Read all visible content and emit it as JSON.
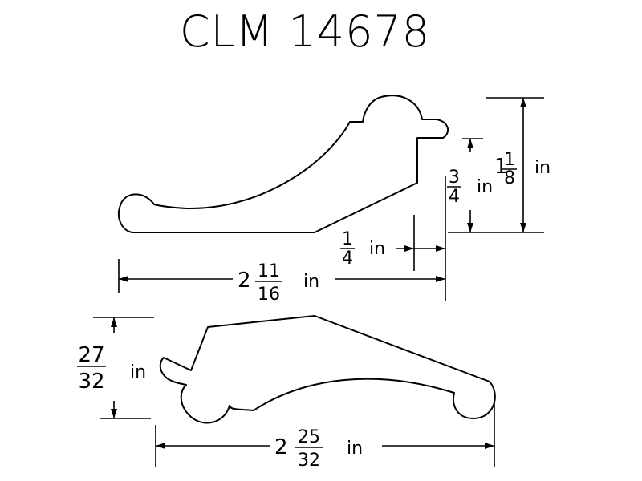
{
  "title": "CLM 14678",
  "top_profile": {
    "height": {
      "whole": "1",
      "num": "1",
      "den": "8",
      "unit": "in"
    },
    "step_height": {
      "num": "3",
      "den": "4",
      "unit": "in"
    },
    "offset": {
      "num": "1",
      "den": "4",
      "unit": "in"
    },
    "width": {
      "whole": "2",
      "num": "11",
      "den": "16",
      "unit": "in"
    }
  },
  "bottom_profile": {
    "height": {
      "num": "27",
      "den": "32",
      "unit": "in"
    },
    "width": {
      "whole": "2",
      "num": "25",
      "den": "32",
      "unit": "in"
    }
  }
}
